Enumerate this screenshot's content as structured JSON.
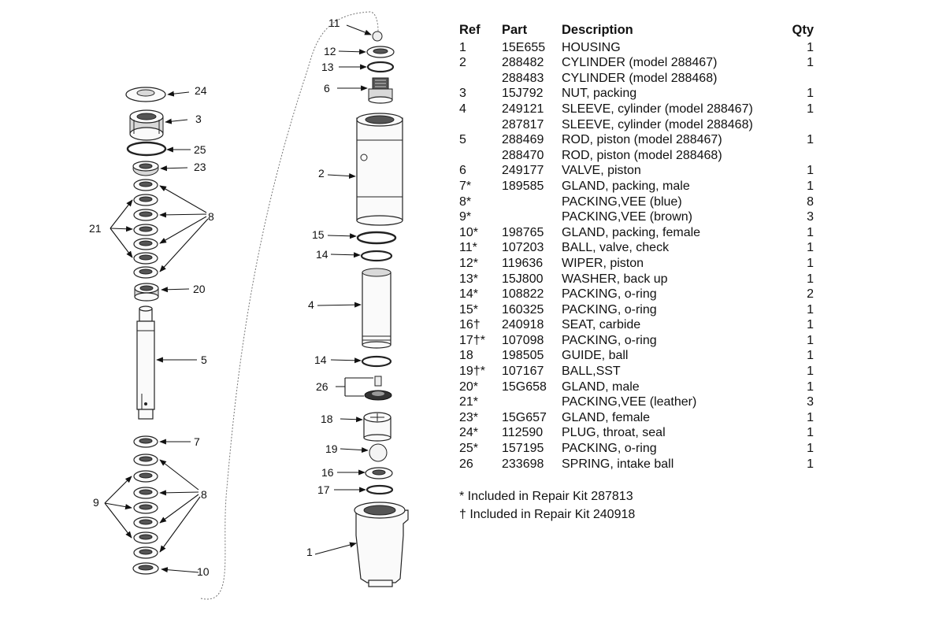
{
  "table": {
    "headers": {
      "ref": "Ref",
      "part": "Part",
      "description": "Description",
      "qty": "Qty"
    },
    "rows": [
      {
        "ref": "1",
        "part": "15E655",
        "description": "HOUSING",
        "qty": "1"
      },
      {
        "ref": "2",
        "part": "288482",
        "description": "CYLINDER (model 288467)",
        "qty": "1"
      },
      {
        "ref": "",
        "part": "288483",
        "description": "CYLINDER (model 288468)",
        "qty": ""
      },
      {
        "ref": "3",
        "part": "15J792",
        "description": "NUT, packing",
        "qty": "1"
      },
      {
        "ref": "4",
        "part": "249121",
        "description": "SLEEVE, cylinder (model 288467)",
        "qty": "1"
      },
      {
        "ref": "",
        "part": "287817",
        "description": "SLEEVE, cylinder (model 288468)",
        "qty": ""
      },
      {
        "ref": "5",
        "part": "288469",
        "description": "ROD, piston (model 288467)",
        "qty": "1"
      },
      {
        "ref": "",
        "part": "288470",
        "description": "ROD, piston (model 288468)",
        "qty": ""
      },
      {
        "ref": "6",
        "part": "249177",
        "description": "VALVE, piston",
        "qty": "1"
      },
      {
        "ref": "7*",
        "part": "189585",
        "description": "GLAND, packing, male",
        "qty": "1"
      },
      {
        "ref": "8*",
        "part": "",
        "description": "PACKING,VEE (blue)",
        "qty": "8"
      },
      {
        "ref": "9*",
        "part": "",
        "description": "PACKING,VEE (brown)",
        "qty": "3"
      },
      {
        "ref": "10*",
        "part": "198765",
        "description": "GLAND, packing, female",
        "qty": "1"
      },
      {
        "ref": "11*",
        "part": "107203",
        "description": "BALL, valve, check",
        "qty": "1"
      },
      {
        "ref": "12*",
        "part": "119636",
        "description": "WIPER, piston",
        "qty": "1"
      },
      {
        "ref": "13*",
        "part": "15J800",
        "description": "WASHER, back up",
        "qty": "1"
      },
      {
        "ref": "14*",
        "part": "108822",
        "description": "PACKING, o-ring",
        "qty": "2"
      },
      {
        "ref": "15*",
        "part": "160325",
        "description": "PACKING, o-ring",
        "qty": "1"
      },
      {
        "ref": "16†",
        "part": "240918",
        "description": "SEAT, carbide",
        "qty": "1"
      },
      {
        "ref": "17†*",
        "part": "107098",
        "description": "PACKING, o-ring",
        "qty": "1"
      },
      {
        "ref": "18",
        "part": "198505",
        "description": "GUIDE, ball",
        "qty": "1"
      },
      {
        "ref": "19†*",
        "part": "107167",
        "description": "BALL,SST",
        "qty": "1"
      },
      {
        "ref": "20*",
        "part": "15G658",
        "description": "GLAND, male",
        "qty": "1"
      },
      {
        "ref": "21*",
        "part": "",
        "description": "PACKING,VEE (leather)",
        "qty": "3"
      },
      {
        "ref": "23*",
        "part": "15G657",
        "description": "GLAND, female",
        "qty": "1"
      },
      {
        "ref": "24*",
        "part": "112590",
        "description": "PLUG, throat, seal",
        "qty": "1"
      },
      {
        "ref": "25*",
        "part": "157195",
        "description": "PACKING, o-ring",
        "qty": "1"
      },
      {
        "ref": "26",
        "part": "233698",
        "description": "SPRING, intake ball",
        "qty": "1"
      }
    ]
  },
  "notes": {
    "repair_kit_star": "* Included in Repair Kit 287813",
    "repair_kit_dagger": "† Included in Repair Kit 240918"
  },
  "callouts": {
    "c1": "1",
    "c2": "2",
    "c3": "3",
    "c4": "4",
    "c5": "5",
    "c6": "6",
    "c7": "7",
    "c8a": "8",
    "c8b": "8",
    "c9": "9",
    "c10": "10",
    "c11": "11",
    "c12": "12",
    "c13": "13",
    "c14a": "14",
    "c14b": "14",
    "c15": "15",
    "c16": "16",
    "c17": "17",
    "c18": "18",
    "c19": "19",
    "c20": "20",
    "c21": "21",
    "c23": "23",
    "c24": "24",
    "c25": "25",
    "c26": "26"
  }
}
